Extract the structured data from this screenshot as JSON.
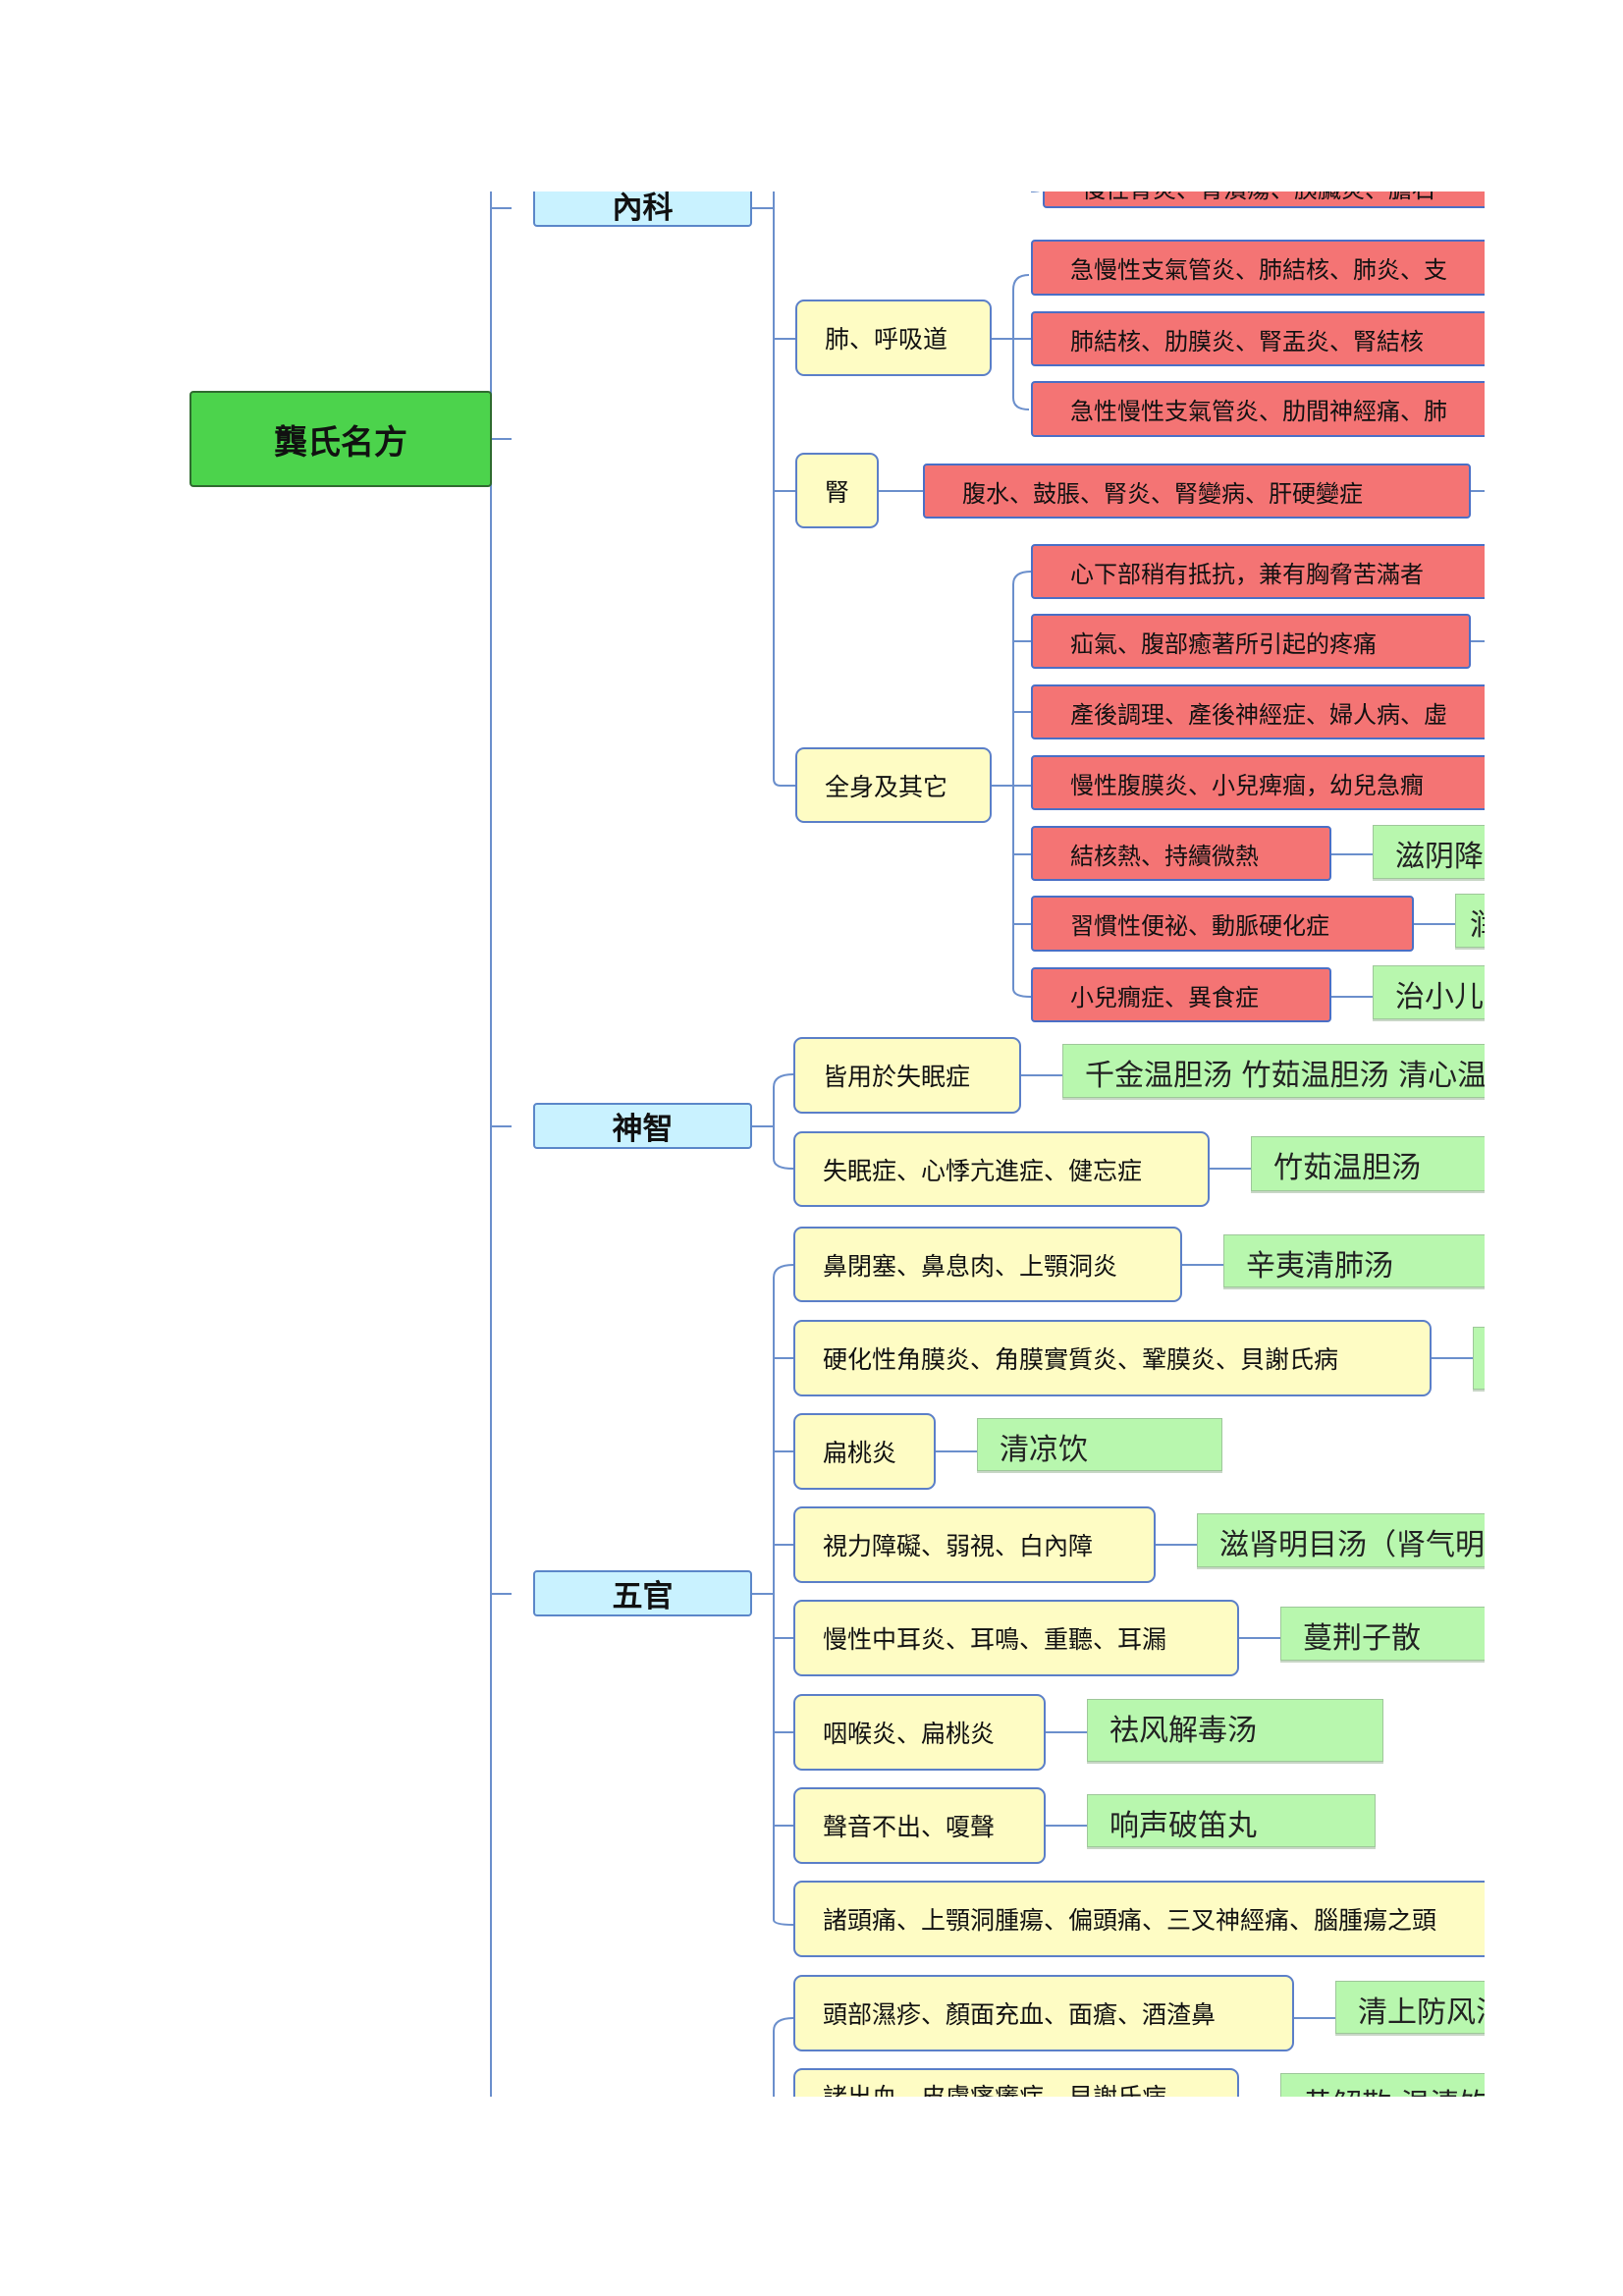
{
  "title": "龔氏名方",
  "categories": {
    "neike": "內科",
    "shenzhi": "神智",
    "wuguan": "五官"
  },
  "neike": {
    "top_partial": "慢性胃炎、胃潰瘍、胰臟炎、膽石",
    "lung": {
      "label": "肺、呼吸道",
      "items": [
        "急慢性支氣管炎、肺結核、肺炎、支",
        "肺結核、肋膜炎、腎盂炎、腎結核",
        "急性慢性支氣管炎、肋間神經痛、肺"
      ]
    },
    "kidney": {
      "label": "腎",
      "items": [
        "腹水、鼓脹、腎炎、腎變病、肝硬變症"
      ]
    },
    "whole": {
      "label": "全身及其它",
      "items": [
        "心下部稍有抵抗，兼有胸脅苦滿者",
        "疝氣、腹部癒著所引起的疼痛",
        "產後調理、產後神經症、婦人病、虛",
        "慢性腹膜炎、小兒痺痼，幼兒急癇",
        "結核熱、持續微熱",
        "習慣性便祕、動脈硬化症",
        "小兒癇症、異食症"
      ],
      "rx": [
        "滋阴降火",
        "润",
        "治小儿疳"
      ]
    }
  },
  "shenzhi": {
    "items": [
      {
        "label": "皆用於失眠症",
        "rx": "千金温胆汤 竹茹温胆汤 清心温"
      },
      {
        "label": "失眠症、心悸亢進症、健忘症",
        "rx": "竹茹温胆汤"
      }
    ]
  },
  "wuguan": {
    "items": [
      {
        "label": "鼻閉塞、鼻息肉、上顎洞炎",
        "rx": "辛夷清肺汤"
      },
      {
        "label": "硬化性角膜炎、角膜實質炎、鞏膜炎、貝謝氏病",
        "rx": ""
      },
      {
        "label": "扁桃炎",
        "rx": "清凉饮"
      },
      {
        "label": "視力障礙、弱視、白內障",
        "rx": "滋肾明目汤（肾气明"
      },
      {
        "label": "慢性中耳炎、耳鳴、重聽、耳漏",
        "rx": "蔓荆子散"
      },
      {
        "label": "咽喉炎、扁桃炎",
        "rx": "祛风解毒汤"
      },
      {
        "label": "聲音不出、嗄聲",
        "rx": "响声破笛丸"
      },
      {
        "label": "諸頭痛、上顎洞腫瘍、偏頭痛、三叉神經痛、腦腫瘍之頭"
      }
    ]
  },
  "next": {
    "items": [
      {
        "label": "頭部濕疹、顏面充血、面瘡、酒渣鼻",
        "rx": "清上防风汤"
      },
      {
        "label": "諸出血、皮膚瘙癢症、貝謝氏病",
        "rx": "黄解散 温清饮"
      }
    ]
  },
  "colors": {
    "root": "#4cd34c",
    "category": "#c9f2ff",
    "group": "#fefcc4",
    "symptom": "#f47474",
    "prescription": "#b8f7ae",
    "connector": "#6b8fcc"
  }
}
